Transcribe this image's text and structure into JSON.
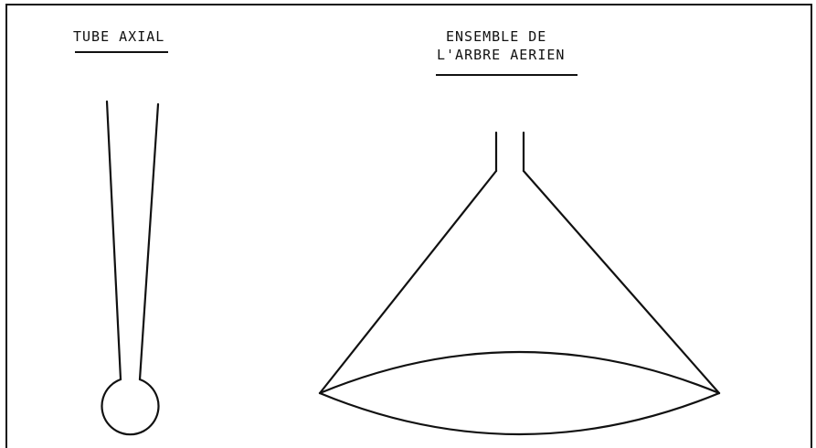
{
  "tube_axial": {
    "title": "TUBE AXIAL"
  },
  "ensemble": {
    "title_line1": "ENSEMBLE DE",
    "title_line2": "L'ARBRE AERIEN"
  },
  "colors": {
    "ink": "#111111",
    "background": "#ffffff"
  }
}
